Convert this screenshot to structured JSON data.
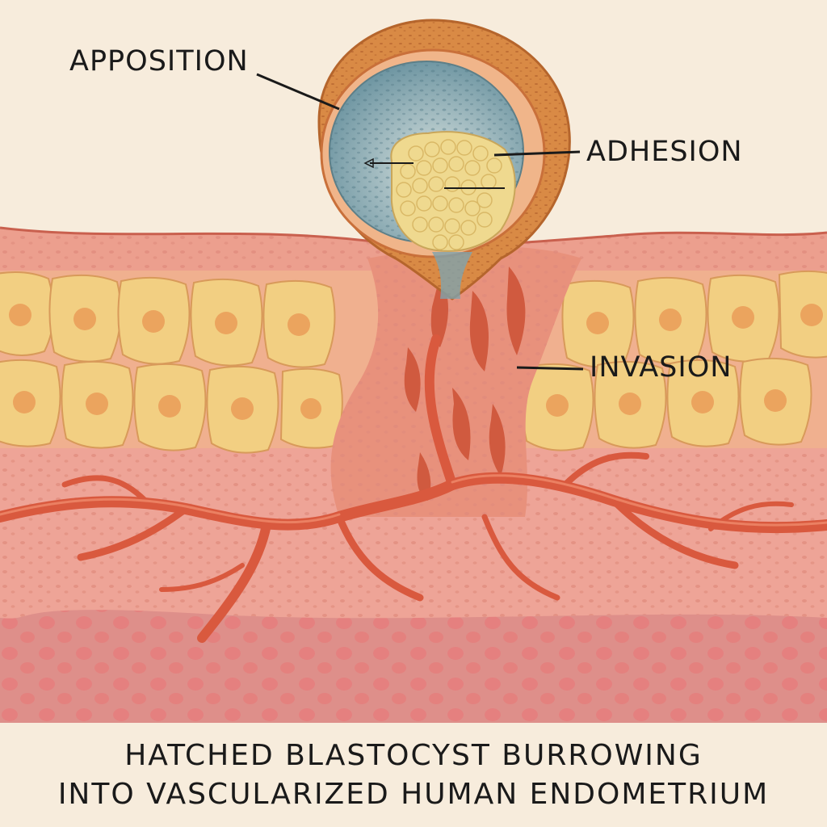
{
  "labels": {
    "apposition": "APPOSITION",
    "adhesion": "ADHESION",
    "invasion": "INVASION"
  },
  "caption": {
    "line1": "HATCHED BLASTOCYST BURROWING",
    "line2": "INTO VASCULARIZED HUMAN ENDOMETRIUM"
  },
  "colors": {
    "background": "#f7ecdc",
    "trophoblast_shell": "#d98a45",
    "blastocoel": "#7fa3ad",
    "inner_cell_mass": "#efd98f",
    "epithelium": "#ec9f8e",
    "glandular_cells": "#f2cf82",
    "stroma": "#eea497",
    "vessels": "#d9593e",
    "deep_layer": "#de8f8a",
    "text": "#1a1a1a"
  }
}
